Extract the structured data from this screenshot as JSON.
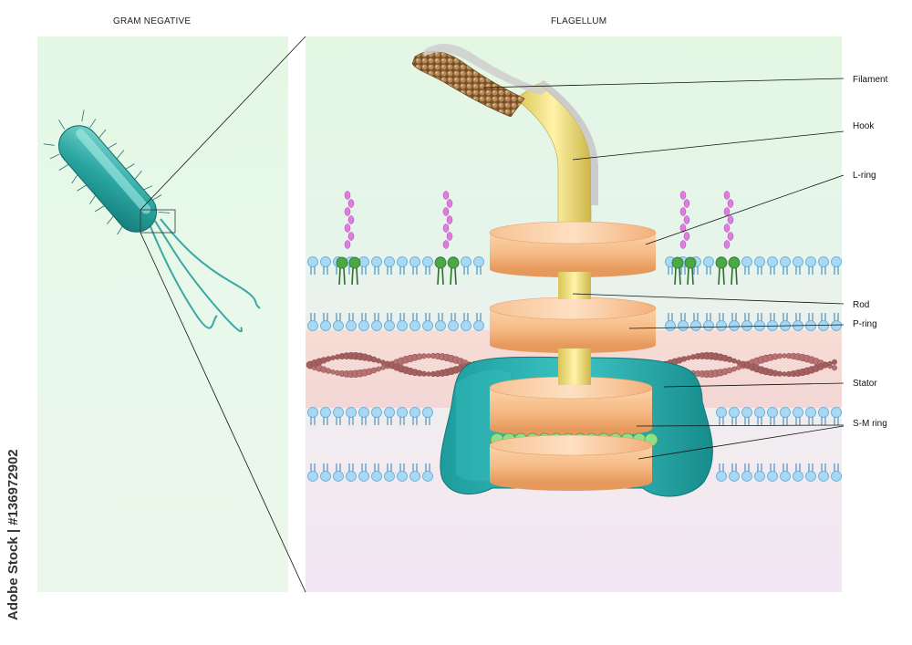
{
  "titles": {
    "left": "GRAM NEGATIVE",
    "right": "FLAGELLUM"
  },
  "labels": {
    "filament": "Filament",
    "hook": "Hook",
    "l_ring": "L-ring",
    "rod": "Rod",
    "p_ring": "P-ring",
    "stator": "Stator",
    "sm_ring": "S-M ring"
  },
  "watermark": "Adobe Stock | #136972902",
  "colors": {
    "bacterium": "#2aa5a0",
    "rings": "#f5b983",
    "stator": "#25aaaa",
    "hook": "#e9d97a",
    "filament": "#a87c4f",
    "lipid_head": "#a9d8f2",
    "lipid_tail": "#2f7fb8",
    "peptidoglycan": "#b06a6a",
    "lps": "#d36fd3",
    "lps_anchor": "#3f9a3a"
  }
}
